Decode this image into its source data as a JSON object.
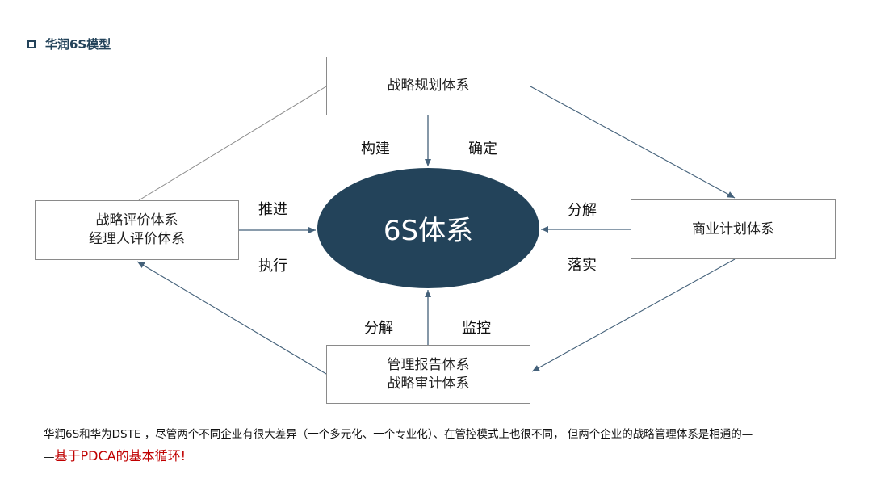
{
  "header": {
    "title": "华润6S模型"
  },
  "diagram": {
    "core": "6S体系",
    "top_box": {
      "line1": "战略规划体系"
    },
    "left_box": {
      "line1": "战略评价体系",
      "line2": "经理人评价体系"
    },
    "right_box": {
      "line1": "商业计划体系"
    },
    "bottom_box": {
      "line1": "管理报告体系",
      "line2": "战略审计体系"
    },
    "labels": {
      "top_left": "构建",
      "top_right": "确定",
      "left_top": "推进",
      "left_bottom": "执行",
      "right_top": "分解",
      "right_bottom": "落实",
      "bottom_left": "分解",
      "bottom_right": "监控"
    }
  },
  "footer": {
    "line1": "华润6S和华为DSTE ，尽管两个不同企业有很大差异（一个多元化、一个专业化）、在管控模式上也很不同， 但两个企业的战略管理体系是相通的—",
    "line2_prefix": "—",
    "line2_emphasis": "基于PDCA的基本循环!"
  }
}
